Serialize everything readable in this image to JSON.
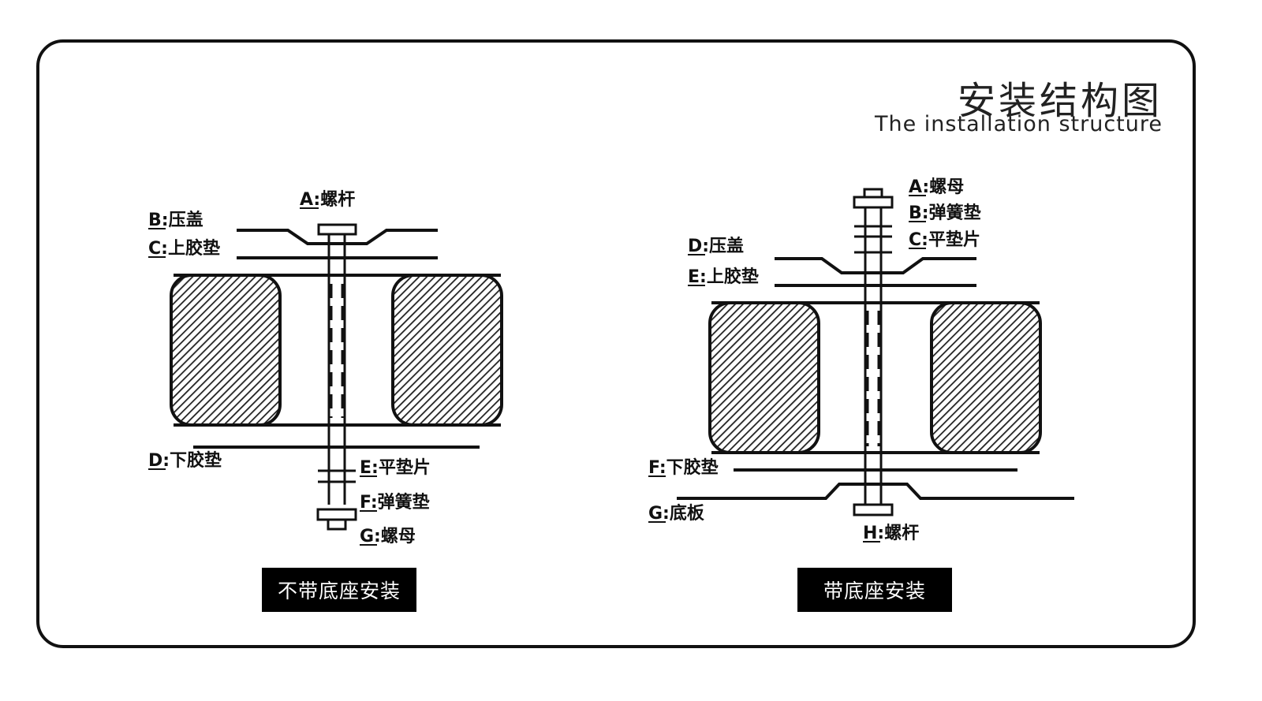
{
  "title": {
    "cn": "安装结构图",
    "en": "The installation structure"
  },
  "left": {
    "labels": {
      "a": "A:螺杆",
      "b": "B:压盖",
      "c": "C:上胶垫",
      "d": "D:下胶垫",
      "e": "E:平垫片",
      "f": "F:弹簧垫",
      "g": "G:螺母"
    },
    "caption": "不带底座安装"
  },
  "right": {
    "labels": {
      "a": "A:螺母",
      "b": "B:弹簧垫",
      "c": "C:平垫片",
      "d": "D:压盖",
      "e": "E:上胶垫",
      "f": "F:下胶垫",
      "g": "G:底板",
      "h": "H:螺杆"
    },
    "caption": "带底座安装"
  }
}
